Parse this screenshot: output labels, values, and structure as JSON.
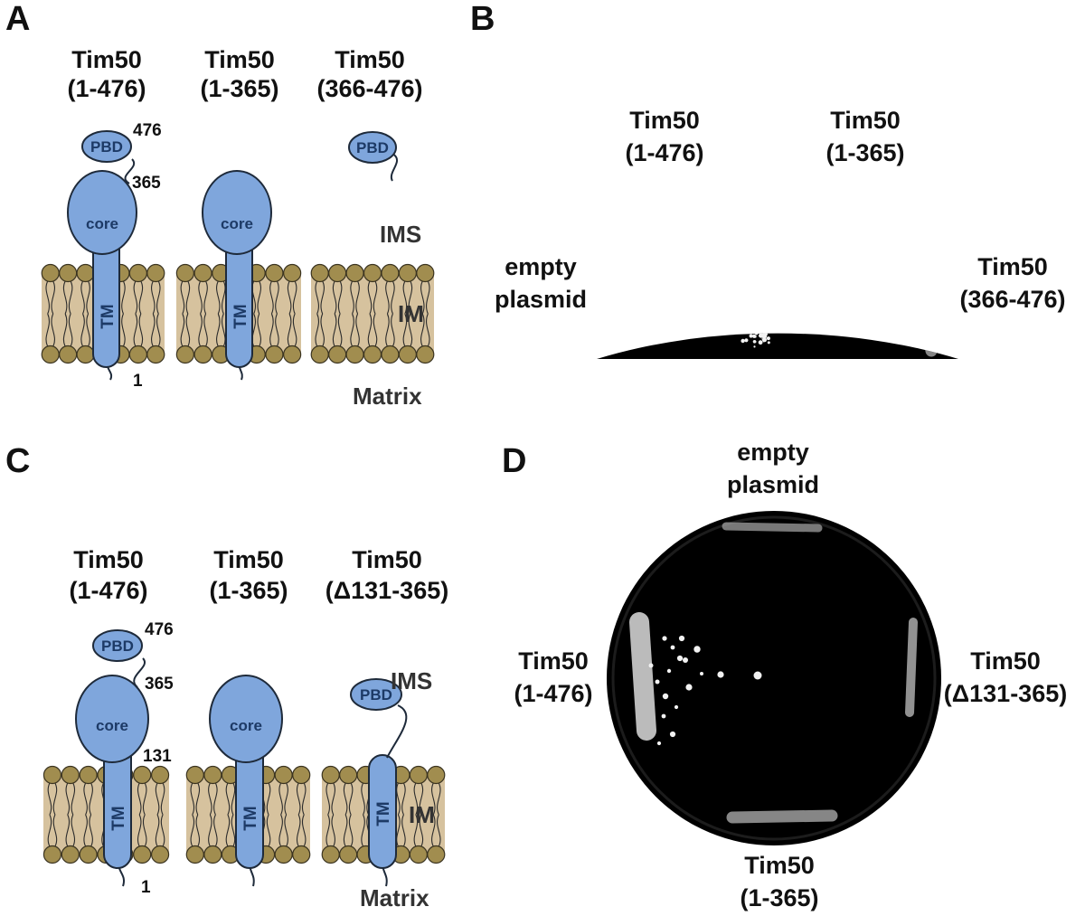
{
  "colors": {
    "protein": "#7fa6dc",
    "protein_outline": "#1e2a3a",
    "membrane": "#d6c29e",
    "lipid_head": "#a18d4f",
    "plate": "#000000",
    "colony": "#f2f2f2"
  },
  "panels": {
    "A": {
      "letter": "A",
      "constructs": [
        {
          "line1": "Tim50",
          "line2": "(1-476)"
        },
        {
          "line1": "Tim50",
          "line2": "(1-365)"
        },
        {
          "line1": "Tim50",
          "line2": "(366-476)"
        }
      ],
      "domains": {
        "pbd": "PBD",
        "core": "core",
        "tm": "TM"
      },
      "numbers": {
        "n476": "476",
        "n365": "365",
        "n1": "1"
      },
      "regions": {
        "ims": "IMS",
        "im": "IM",
        "matrix": "Matrix"
      }
    },
    "B": {
      "letter": "B",
      "labels": [
        {
          "line1": "Tim50",
          "line2": "(1-476)"
        },
        {
          "line1": "Tim50",
          "line2": "(1-365)"
        },
        {
          "line1": "empty",
          "line2": "plasmid"
        },
        {
          "line1": "Tim50",
          "line2": "(366-476)"
        }
      ]
    },
    "C": {
      "letter": "C",
      "constructs": [
        {
          "line1": "Tim50",
          "line2": "(1-476)"
        },
        {
          "line1": "Tim50",
          "line2": "(1-365)"
        },
        {
          "line1": "Tim50",
          "line2": "(Δ131-365)"
        }
      ],
      "domains": {
        "pbd": "PBD",
        "core": "core",
        "tm": "TM"
      },
      "numbers": {
        "n476": "476",
        "n365": "365",
        "n131": "131",
        "n1": "1"
      },
      "regions": {
        "ims": "IMS",
        "im": "IM",
        "matrix": "Matrix"
      }
    },
    "D": {
      "letter": "D",
      "labels": [
        {
          "line1": "empty",
          "line2": "plasmid"
        },
        {
          "line1": "Tim50",
          "line2": "(1-476)"
        },
        {
          "line1": "Tim50",
          "line2": "(Δ131-365)"
        },
        {
          "line1": "Tim50",
          "line2": "(1-365)"
        }
      ]
    }
  }
}
